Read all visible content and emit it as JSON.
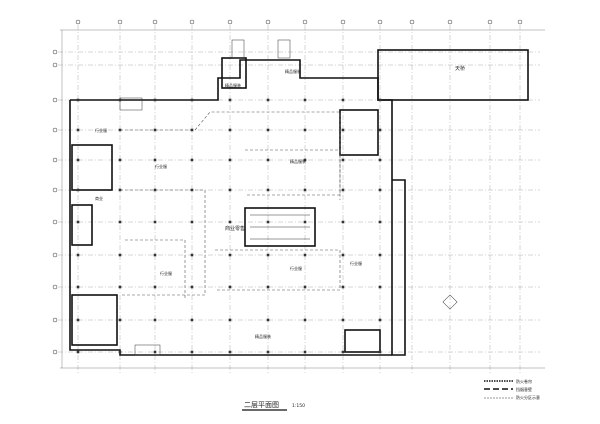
{
  "drawing": {
    "title": "二层平面图",
    "scale": "1:150",
    "rooms": [
      {
        "label": "商业零售"
      },
      {
        "label": "天桥"
      },
      {
        "label": "精品服装"
      },
      {
        "label": "精品服装"
      },
      {
        "label": "行业服"
      },
      {
        "label": "行业服"
      },
      {
        "label": "行业服"
      },
      {
        "label": "行业服"
      },
      {
        "label": "行业服"
      },
      {
        "label": "商业"
      },
      {
        "label": "精品服装"
      },
      {
        "label": "精品服装"
      }
    ]
  },
  "legend": {
    "items": [
      {
        "label": "防火卷帘"
      },
      {
        "label": "挡烟垂壁"
      },
      {
        "label": "防火分区示意"
      }
    ]
  }
}
